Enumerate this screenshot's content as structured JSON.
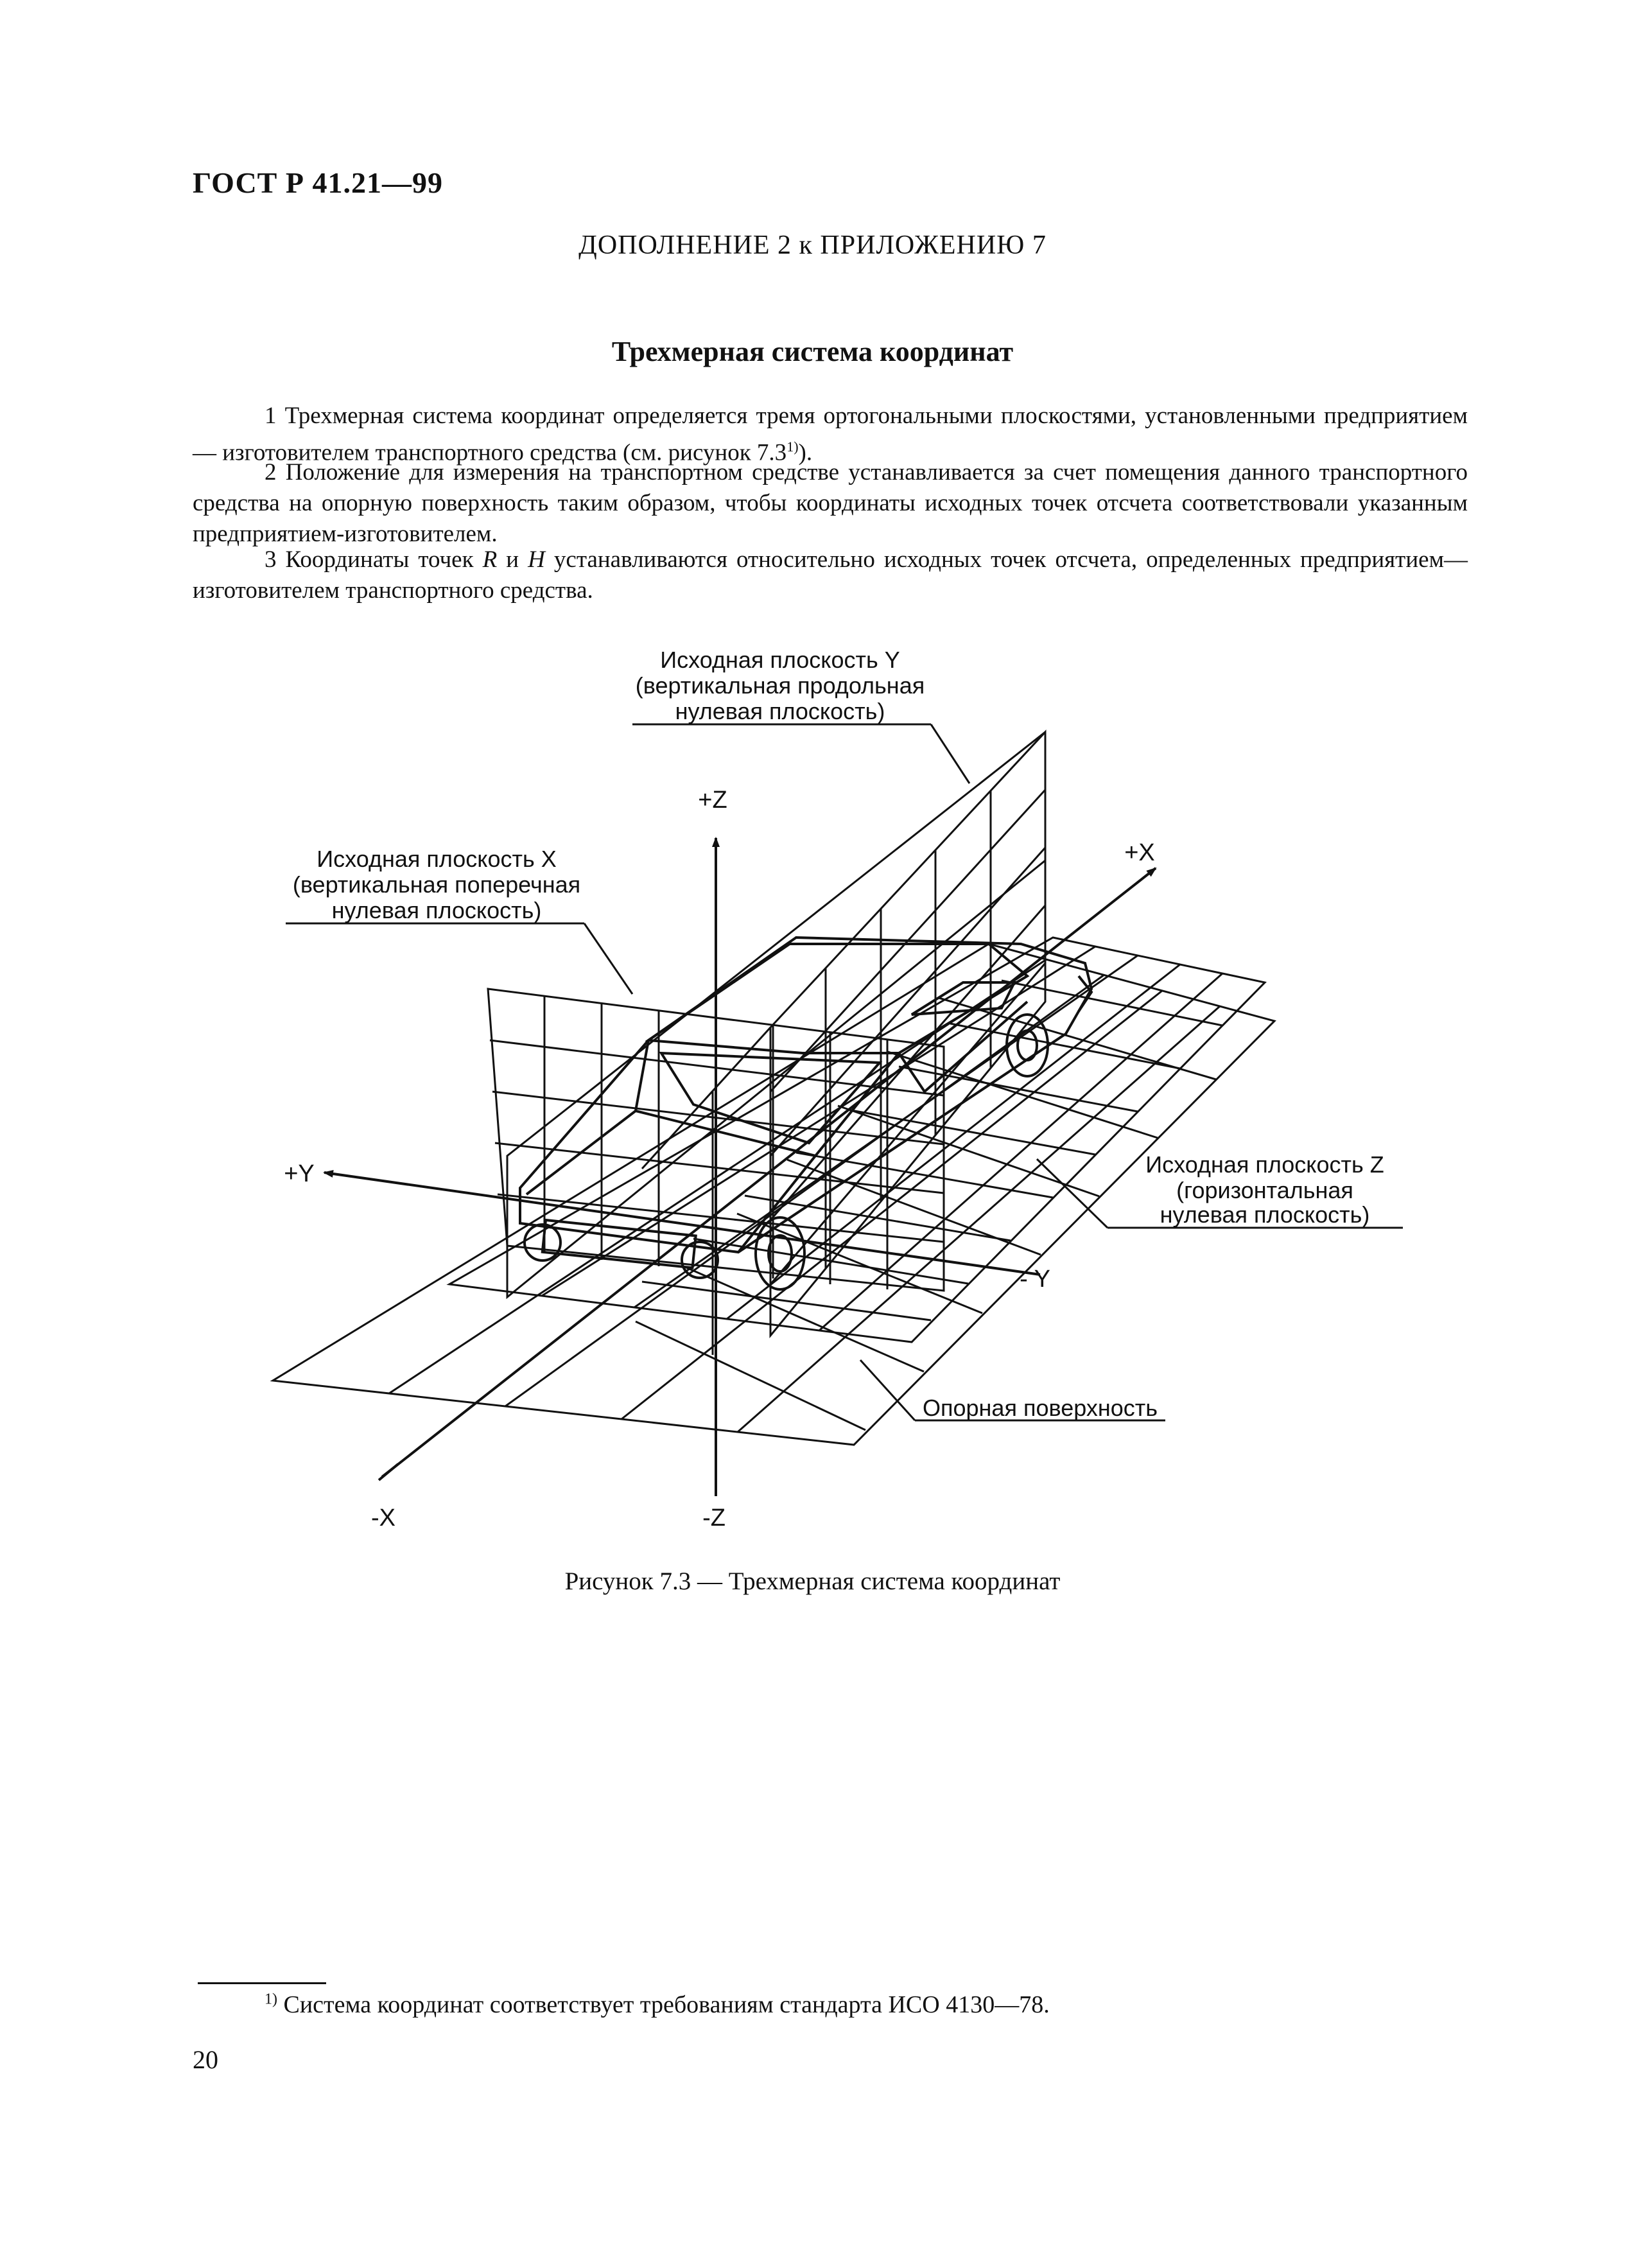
{
  "header": {
    "doc_code": "ГОСТ Р 41.21—99",
    "supplement_title": "ДОПОЛНЕНИЕ 2 к ПРИЛОЖЕНИЮ 7"
  },
  "section": {
    "title": "Трехмерная система координат"
  },
  "paragraphs": {
    "p1_text": "1 Трехмерная система координат определяется тремя ортогональными плоскостями, установленными предприятием — изготовителем транспортного средства (см. рисунок 7.3",
    "p1_sup": "1)",
    "p1_end": ").",
    "p2": "2 Положение для измерения на транспортном средстве устанавливается за счет помещения данного транспортного средства на опорную поверхность таким образом, чтобы координаты исходных точек отсчета соответствовали указанным предприятием-изготовителем.",
    "p3_a": "3 Координаты точек ",
    "p3_r": "R",
    "p3_and": " и ",
    "p3_h": "H",
    "p3_b": " устанавливаются относительно исходных точек отсчета, определенных предприятием—изготовителем транспортного средства."
  },
  "figure": {
    "plane_y_label": [
      "Исходная плоскость Y",
      "(вертикальная продольная",
      "нулевая плоскость)"
    ],
    "plane_x_label": [
      "Исходная плоскость X",
      "(вертикальная поперечная",
      "нулевая плоскость)"
    ],
    "plane_z_label": [
      "Исходная плоскость Z",
      "(горизонтальная",
      "нулевая плоскость)"
    ],
    "support_label": "Опорная поверхность",
    "axes": {
      "plus_z": "+Z",
      "minus_z": "-Z",
      "plus_x": "+X",
      "minus_x": "-X",
      "plus_y": "+Y",
      "minus_y": "- Y"
    },
    "caption": "Рисунок 7.3 — Трехмерная система координат"
  },
  "footnote": {
    "marker": "1)",
    "text": " Система координат соответствует требованиям стандарта ИСО 4130—78."
  },
  "page_number": "20"
}
